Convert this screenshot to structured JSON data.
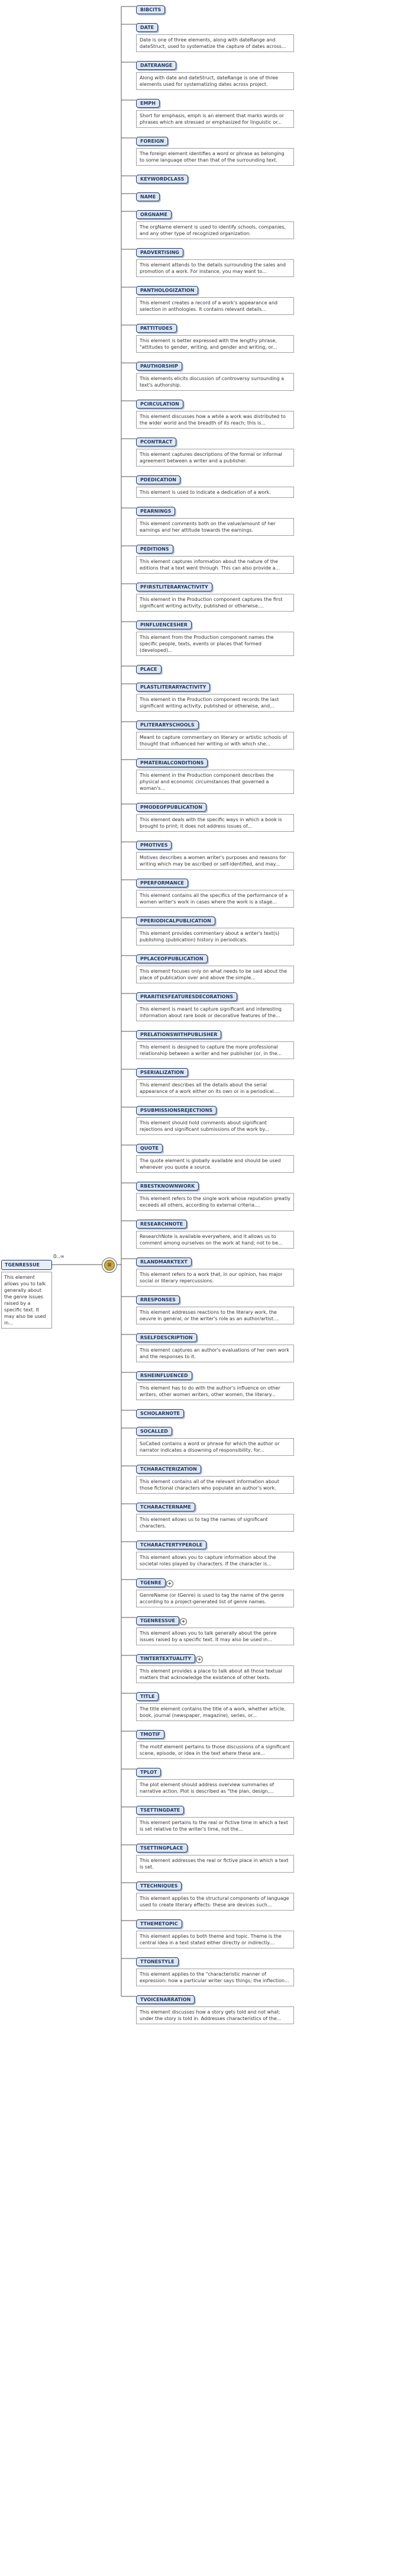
{
  "root": {
    "name": "TGENRESSUE",
    "doc": "This element allows you to talk generally about the genre issues raised by a specific text. It may also be used in..."
  },
  "cardinality": "0..∞",
  "compositor_symbol": "≡",
  "expand_symbol": "+",
  "children": [
    {
      "name": "BIBCITS",
      "doc": ""
    },
    {
      "name": "DATE",
      "doc": "Date is one of three elements, along with dateRange and dateStruct, used to systematize the capture of dates across..."
    },
    {
      "name": "DATERANGE",
      "doc": "Along with date and dateStruct, dateRange is one of three elements used for systematizing dates across project."
    },
    {
      "name": "EMPH",
      "doc": "Short for emphasis, emph is an element that marks words or phrases which are stressed or emphasized for linguistic or..."
    },
    {
      "name": "FOREIGN",
      "doc": "The foreign element identifies a word or phrase as belonging to some language other than that of the surrounding text."
    },
    {
      "name": "KEYWORDCLASS",
      "doc": ""
    },
    {
      "name": "NAME",
      "doc": ""
    },
    {
      "name": "ORGNAME",
      "doc": "The orgName element is used to identify schools, companies, and any other type of recognized organization."
    },
    {
      "name": "PADVERTISING",
      "doc": "This element attends to the details surrounding the sales and promotion of a work. For instance, you may want to..."
    },
    {
      "name": "PANTHOLOGIZATION",
      "doc": "This element creates a record of a work's appearance and selection in anthologies. It contains relevant details..."
    },
    {
      "name": "PATTITUDES",
      "doc": "This element is better expressed with the lengthy phrase, \"attitudes to gender, writing, and gender and writing, or..."
    },
    {
      "name": "PAUTHORSHIP",
      "doc": "This elements elicits discussion of controversy surrounding a text's authorship."
    },
    {
      "name": "PCIRCULATION",
      "doc": "This element discusses how a while a work was distributed to the wider world and the breadth of its reach; this is..."
    },
    {
      "name": "PCONTRACT",
      "doc": "This element captures descriptions of the formal or informal agreement between a writer and a publisher."
    },
    {
      "name": "PDEDICATION",
      "doc": "This element is used to indicate a dedication of a work."
    },
    {
      "name": "PEARNINGS",
      "doc": "This element comments both on the value/amount of her earnings and her attitude towards the earnings."
    },
    {
      "name": "PEDITIONS",
      "doc": "This element captures information about the nature of the editions that a text went through. This can also provide a..."
    },
    {
      "name": "PFIRSTLITERARYACTIVITY",
      "doc": "This element in the Production component captures the first significant writing activity, published or otherwise...."
    },
    {
      "name": "PINFLUENCESHER",
      "doc": "This element from the Production component names the specific people, texts, events or places that formed (developed)..."
    },
    {
      "name": "PLACE",
      "doc": ""
    },
    {
      "name": "PLASTLITERARYACTIVITY",
      "doc": "This element in the Production component records the last significant writing activity, published or otherwise, and..."
    },
    {
      "name": "PLITERARYSCHOOLS",
      "doc": "Meant to capture commentary on literary or artistic schools of thought that influenced her writing or with which she..."
    },
    {
      "name": "PMATERIALCONDITIONS",
      "doc": "This element in the Production component describes the physical and economic circumstances that governed a woman's..."
    },
    {
      "name": "PMODEOFPUBLICATION",
      "doc": "This element deals with the specific ways in which a book is brought to print; it does not address issues of..."
    },
    {
      "name": "PMOTIVES",
      "doc": "Motives describes a women writer's purposes and reasons for writing which may be ascribed or self-identified, and may..."
    },
    {
      "name": "PPERFORMANCE",
      "doc": "This element contains all the specifics of the performance of a women writer's work in cases where the work is a stage..."
    },
    {
      "name": "PPERIODICALPUBLICATION",
      "doc": "This element provides commentary about a writer's text(s) publishing (publication) history in periodicals."
    },
    {
      "name": "PPLACEOFPUBLICATION",
      "doc": "This element focuses only on what needs to be said about the place of publication over and above the simple..."
    },
    {
      "name": "PRARITIESFEATURESDECORATIONS",
      "doc": "This element is meant to capture significant and interesting information about rare book or decorative features of the..."
    },
    {
      "name": "PRELATIONSWITHPUBLISHER",
      "doc": "This element is designed to capture the more professional relationship between a writer and her publisher (or, in the..."
    },
    {
      "name": "PSERIALIZATION",
      "doc": "This element describes all the details about the serial appearance of a work either on its own or in a periodical...."
    },
    {
      "name": "PSUBMISSIONSREJECTIONS",
      "doc": "This element should hold comments about significant rejections and significant submissions of the work by..."
    },
    {
      "name": "QUOTE",
      "doc": "The quote element is globally available and should be used whenever you quote a source."
    },
    {
      "name": "RBESTKNOWNWORK",
      "doc": "This element refers to the single work whose reputation greatly exceeds all others, according to external criteria...."
    },
    {
      "name": "RESEARCHNOTE",
      "doc": "ResearchNote is available everywhere, and it allows us to comment among ourselves on the work at hand; not to be..."
    },
    {
      "name": "RLANDMARKTEXT",
      "doc": "This element refers to a work that, in our opinion, has major social or literary repercussions."
    },
    {
      "name": "RRESPONSES",
      "doc": "This element addresses reactions to the literary work, the oeuvre in general, or the writer's role as an author/artist...."
    },
    {
      "name": "RSELFDESCRIPTION",
      "doc": "This element captures an author's evaluations of her own work and the responses to it."
    },
    {
      "name": "RSHEINFLUENCED",
      "doc": "This element has to do with the author's influence on other writers, other women writers, other women, the literary..."
    },
    {
      "name": "SCHOLARNOTE",
      "doc": ""
    },
    {
      "name": "SOCALLED",
      "doc": "SoCalled contains a word or phrase for which the author or narrator indicates a disowning of responsibility, for..."
    },
    {
      "name": "TCHARACTERIZATION",
      "doc": "This element contains all of the relevant information about those fictional characters who populate an author's work."
    },
    {
      "name": "TCHARACTERNAME",
      "doc": "This element allows us to tag the names of significant characters."
    },
    {
      "name": "TCHARACTERTYPEROLE",
      "doc": "This element allows you to capture information about the societal roles played by characters. If the character is..."
    },
    {
      "name": "TGENRE",
      "doc": "GenreName (or tGenre) is used to tag the name of the genre according to a project-generated list of genre names."
    },
    {
      "name": "TGENRESSUE",
      "doc": "This element allows you to talk generally about the genre issues raised by a specific text. It may also be used in..."
    },
    {
      "name": "TINTERTEXTUALITY",
      "doc": "This element provides a place to talk about all those textual matters that acknowledge the existence of other texts."
    },
    {
      "name": "TITLE",
      "doc": "The title element contains the title of a work, whether article, book, journal (newspaper, magazine), series, or..."
    },
    {
      "name": "TMOTIF",
      "doc": "The motif element pertains to those discussions of a significant scene, episode, or idea in the text where these are..."
    },
    {
      "name": "TPLOT",
      "doc": "The plot element should address overview summaries of narrative action. Plot is described as \"the plan, design,..."
    },
    {
      "name": "TSETTINGDATE",
      "doc": "This element pertains to the real or fictive time in which a text is set relative to the writer's time, not the..."
    },
    {
      "name": "TSETTINGPLACE",
      "doc": "This element addresses the real or fictive place in which a text is set."
    },
    {
      "name": "TTECHNIQUES",
      "doc": "This element applies to the structural components of language used to create literary effects: these are devices such..."
    },
    {
      "name": "TTHEMETOPIC",
      "doc": "This element applies to both theme and topic. Theme is the central idea in a text stated either directly or indirectly...."
    },
    {
      "name": "TTONESTYLE",
      "doc": "This element applies to the \"characteristic manner of expression: how a particular writer says things; the inflection..."
    },
    {
      "name": "TVOICENARRATION",
      "doc": "This element discusses how a story gets told and not what: under the story is told in. Addresses characteristics of the..."
    }
  ]
}
